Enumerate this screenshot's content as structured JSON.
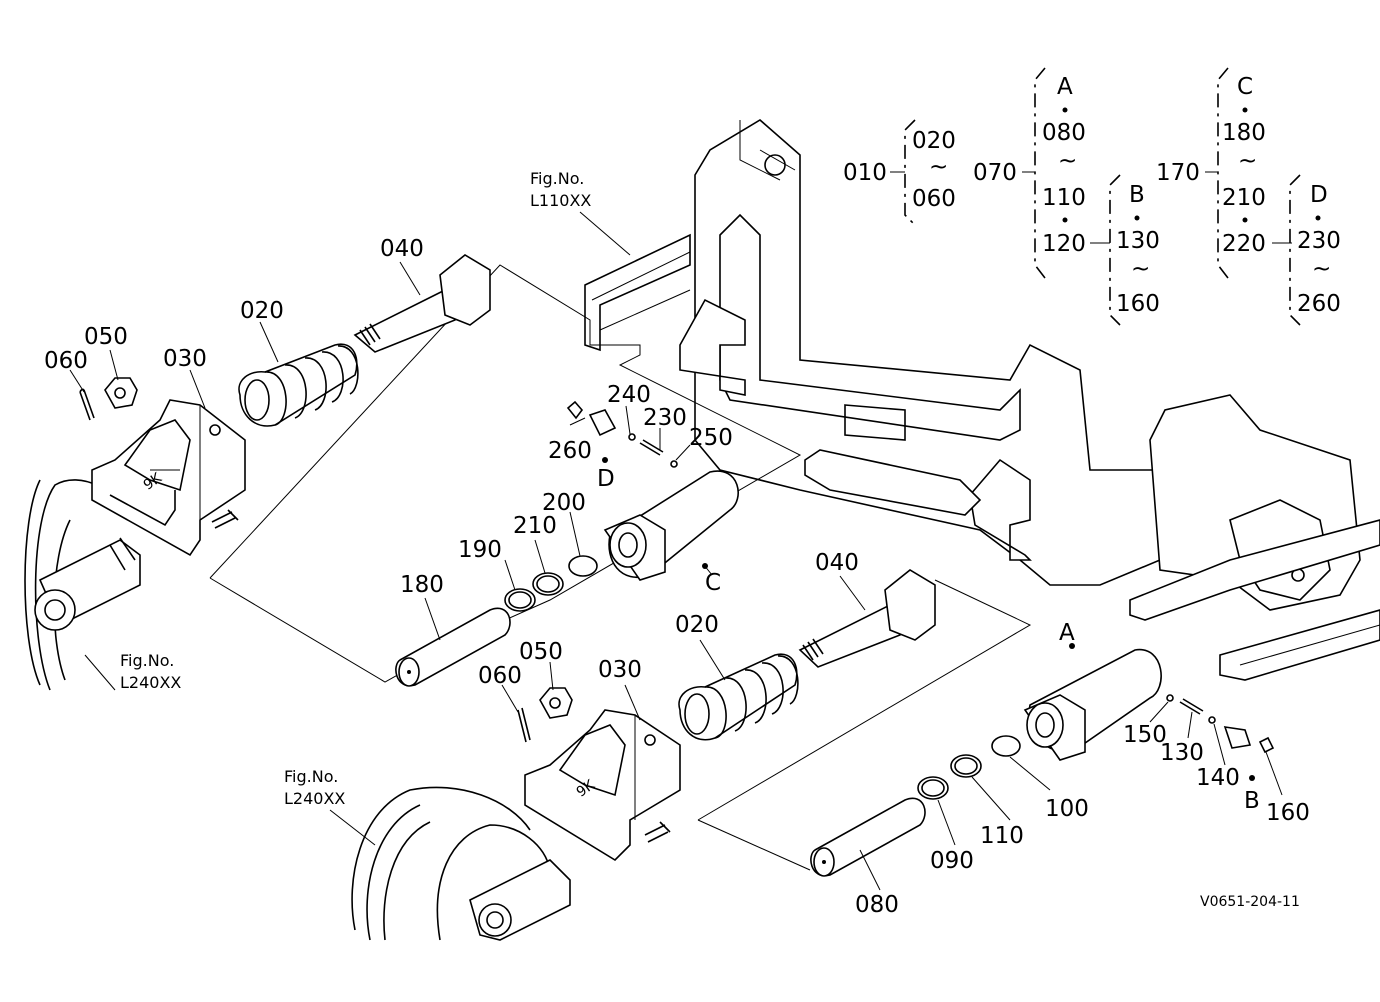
{
  "callouts": {
    "p010": "010",
    "p070": "070",
    "p170": "170",
    "g1_from": "020",
    "g1_tilde": "~",
    "g1_to": "060",
    "g2_a": "A",
    "g2_from": "080",
    "g2_tilde": "~",
    "g2_mid": "110",
    "g2_end": "120",
    "g3_b": "B",
    "g3_from": "130",
    "g3_tilde": "~",
    "g3_to": "160",
    "g4_c": "C",
    "g4_from": "180",
    "g4_tilde": "~",
    "g4_mid": "210",
    "g4_end": "220",
    "g5_d": "D",
    "g5_from": "230",
    "g5_tilde": "~",
    "g5_to": "260"
  },
  "figrefs": {
    "top_title": "Fig.No.",
    "top_code": "L110XX",
    "left_title": "Fig.No.",
    "left_code": "L240XX",
    "bottom_title": "Fig.No.",
    "bottom_code": "L240XX"
  },
  "labels": {
    "upper": {
      "p040": "040",
      "p020": "020",
      "p050": "050",
      "p060": "060",
      "p030": "030",
      "p240": "240",
      "p230": "230",
      "p250": "250",
      "p260": "260",
      "markD": "D",
      "p200": "200",
      "p210": "210",
      "p190": "190",
      "p180": "180",
      "markC": "C"
    },
    "lower": {
      "p040": "040",
      "p020": "020",
      "p050": "050",
      "p060": "060",
      "p030": "030",
      "markA": "A",
      "p150": "150",
      "p130": "130",
      "p140": "140",
      "markB": "B",
      "p160": "160",
      "p100": "100",
      "p110": "110",
      "p090": "090",
      "p080": "080"
    }
  },
  "drawing_code": "V0651-204-11"
}
